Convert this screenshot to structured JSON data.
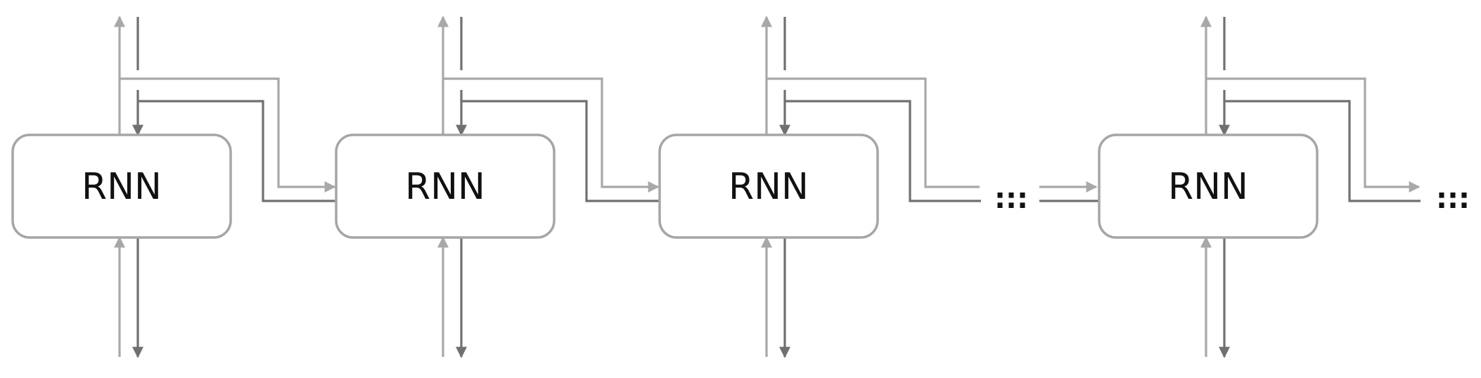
{
  "diagram": {
    "cells": [
      {
        "label": "RNN"
      },
      {
        "label": "RNN"
      },
      {
        "label": "RNN"
      },
      {
        "label": "RNN"
      }
    ],
    "ellipsis": ":::",
    "colors": {
      "box_stroke": "#a6a6a6",
      "light_arrow": "#a8a8a8",
      "dark_arrow": "#707070",
      "text": "#111111"
    }
  }
}
